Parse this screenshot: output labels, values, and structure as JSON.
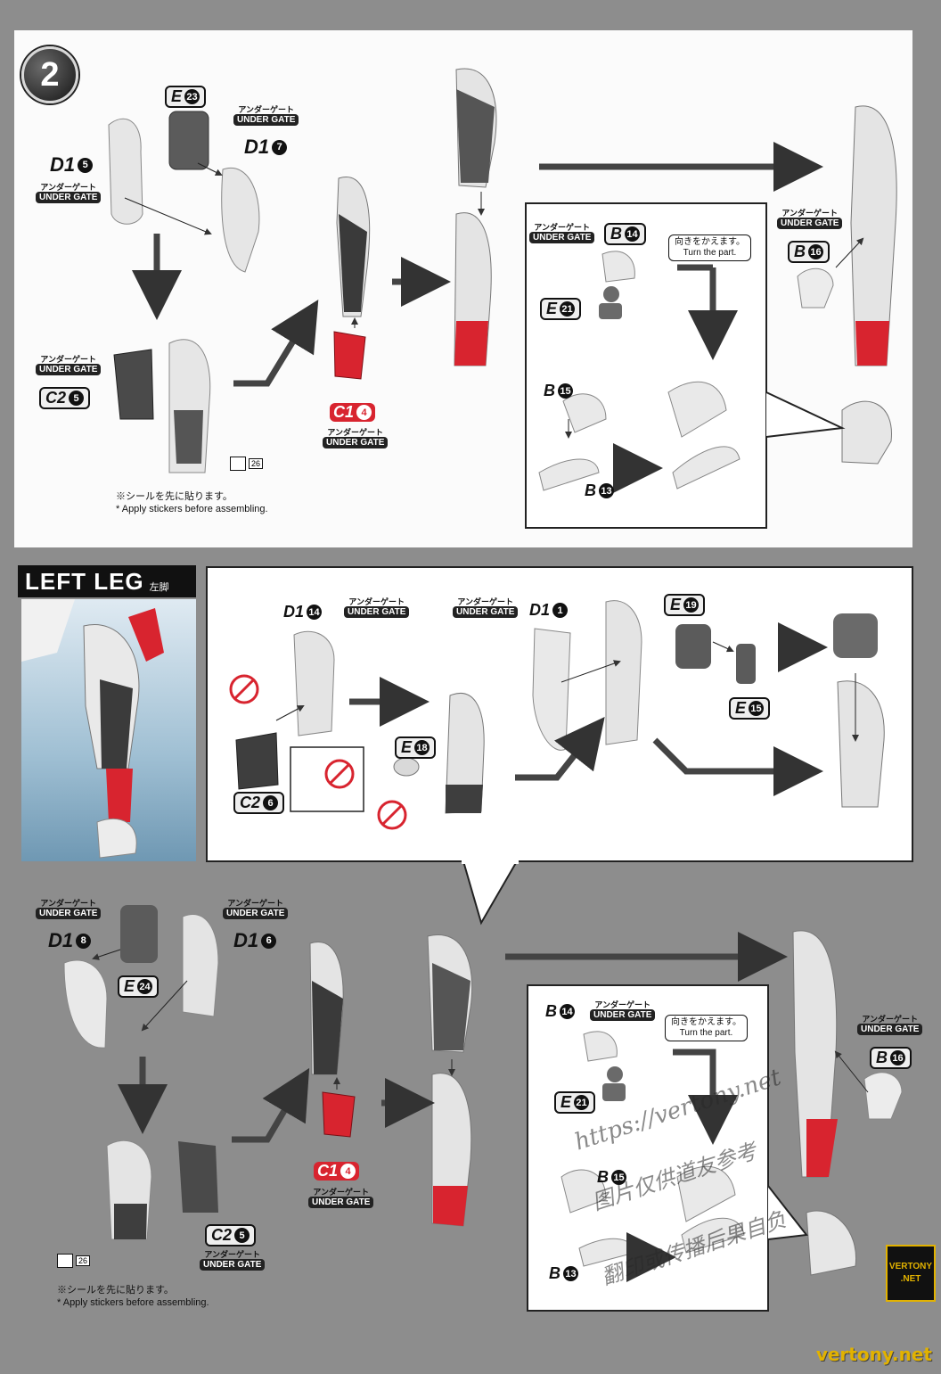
{
  "step_number": "2",
  "gate_jp": "アンダーゲート",
  "gate_en": "UNDER GATE",
  "turn_jp": "向きをかえます。",
  "turn_en": "Turn the part.",
  "note_jp": "※シールを先に貼ります。",
  "note_en": "* Apply stickers before assembling.",
  "sticker_num": "26",
  "top": {
    "parts": {
      "e23": {
        "letter": "E",
        "num": "23"
      },
      "d15": {
        "letter": "D1",
        "num": "5"
      },
      "d17": {
        "letter": "D1",
        "num": "7"
      },
      "c25": {
        "letter": "C2",
        "num": "5"
      },
      "c14": {
        "letter": "C1",
        "num": "4"
      },
      "b14": {
        "letter": "B",
        "num": "14"
      },
      "e21": {
        "letter": "E",
        "num": "21"
      },
      "b15": {
        "letter": "B",
        "num": "15"
      },
      "b13": {
        "letter": "B",
        "num": "13"
      },
      "b16": {
        "letter": "B",
        "num": "16"
      }
    }
  },
  "left_leg": {
    "title_en": "LEFT LEG",
    "title_jp": "左脚"
  },
  "bottom": {
    "parts": {
      "d114": {
        "letter": "D1",
        "num": "14"
      },
      "d11": {
        "letter": "D1",
        "num": "1"
      },
      "e19": {
        "letter": "E",
        "num": "19"
      },
      "e15": {
        "letter": "E",
        "num": "15"
      },
      "e18": {
        "letter": "E",
        "num": "18"
      },
      "c26": {
        "letter": "C2",
        "num": "6"
      },
      "d18": {
        "letter": "D1",
        "num": "8"
      },
      "d16": {
        "letter": "D1",
        "num": "6"
      },
      "e24": {
        "letter": "E",
        "num": "24"
      },
      "c25": {
        "letter": "C2",
        "num": "5"
      },
      "c14": {
        "letter": "C1",
        "num": "4"
      },
      "b14": {
        "letter": "B",
        "num": "14"
      },
      "e21": {
        "letter": "E",
        "num": "21"
      },
      "b15": {
        "letter": "B",
        "num": "15"
      },
      "b13": {
        "letter": "B",
        "num": "13"
      },
      "b16": {
        "letter": "B",
        "num": "16"
      }
    }
  },
  "watermark_url": "https://vertony.net",
  "watermark_cn1": "图片仅供道友参考",
  "watermark_cn2": "翻印或传播后果自负",
  "logo_line1": "VERTONY",
  "logo_line2": ".NET",
  "footer_url": "vertony.net"
}
